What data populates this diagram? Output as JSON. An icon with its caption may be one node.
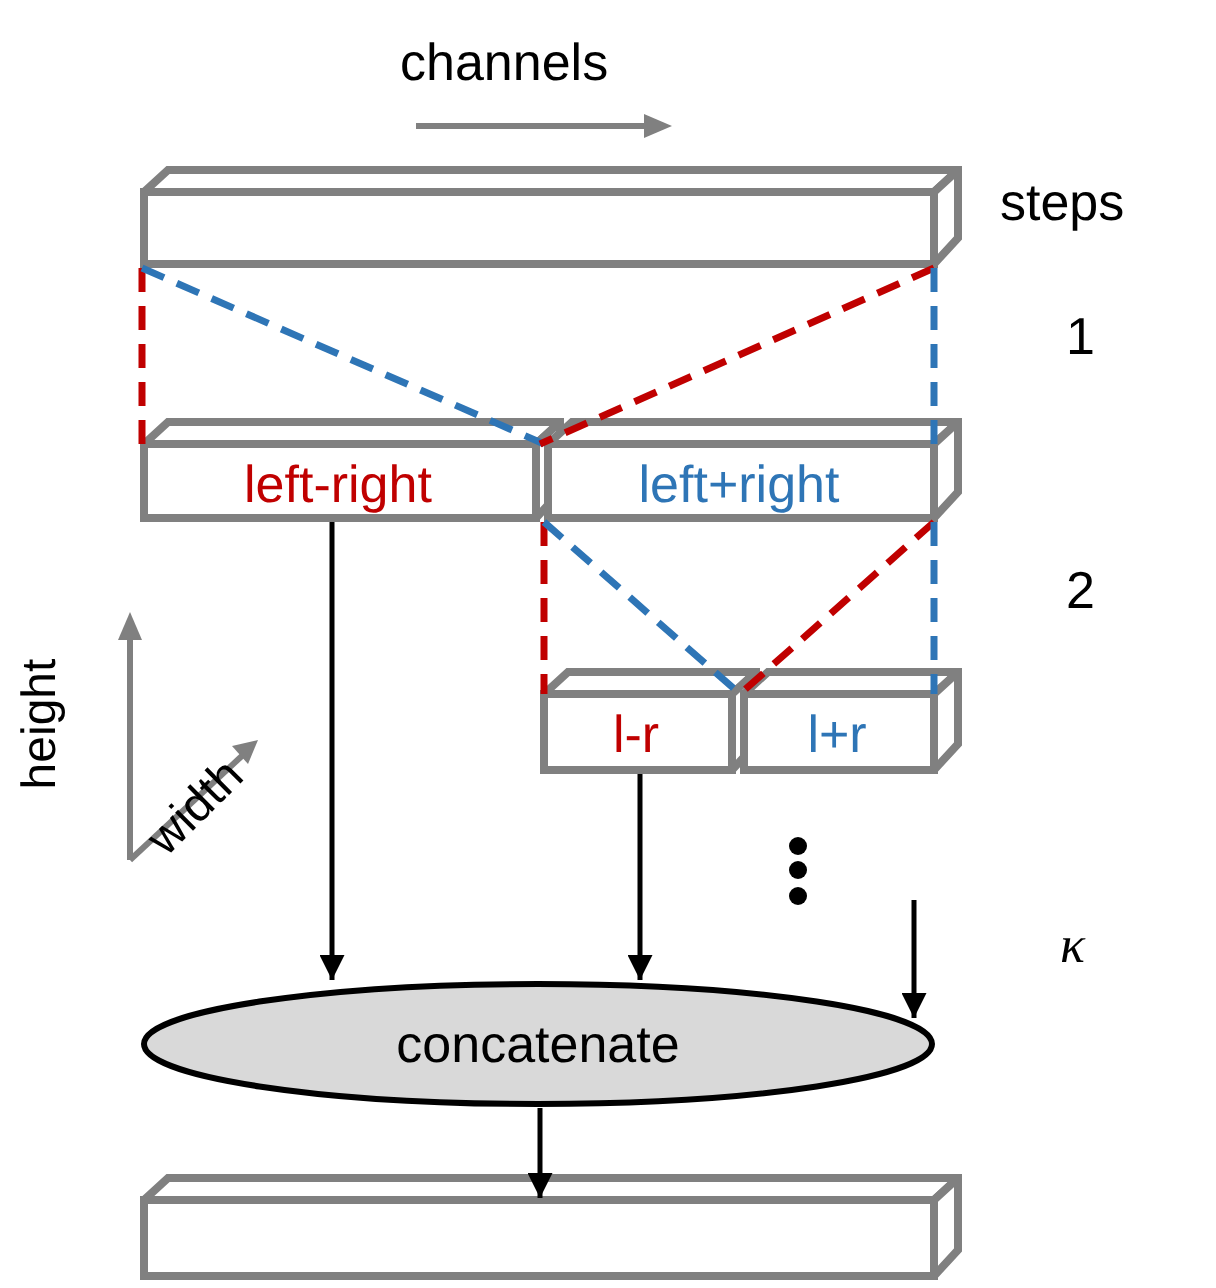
{
  "diagram": {
    "nodes": [
      {
        "text": [],
        "shape": "box"
      },
      {
        "text": [
          "left-right"
        ]
      },
      {
        "text": [
          "left+right"
        ]
      },
      {
        "text": [
          "l-r"
        ]
      },
      {
        "text": [
          "l+r"
        ]
      },
      {
        "text": [
          "concatenate"
        ]
      },
      {
        "text": [],
        "shape": "box"
      }
    ],
    "edges": [
      {
        "from": 0,
        "to": 1,
        "arrow": "none",
        "style": "dashed",
        "color": "#c00000"
      },
      {
        "from": 0,
        "to": 2,
        "arrow": "none",
        "style": "dashed",
        "color": "#2e75b6"
      },
      {
        "from": 0,
        "to": 1,
        "arrow": "none",
        "style": "dashed",
        "color": "#c00000"
      },
      {
        "from": 0,
        "to": 2,
        "arrow": "none",
        "style": "dashed",
        "color": "#2e75b6"
      },
      {
        "from": 2,
        "to": 3,
        "arrow": "none",
        "style": "dashed",
        "color": "#c00000"
      },
      {
        "from": 2,
        "to": 4,
        "arrow": "none",
        "style": "dashed",
        "color": "#2e75b6"
      },
      {
        "from": 2,
        "to": 3,
        "arrow": "none",
        "style": "dashed",
        "color": "#c00000"
      },
      {
        "from": 2,
        "to": 4,
        "arrow": "none",
        "style": "dashed",
        "color": "#2e75b6"
      },
      {
        "from": 1,
        "to": 5,
        "arrow": "to",
        "color": "#000000"
      },
      {
        "from": 3,
        "to": 5,
        "arrow": "to",
        "color": "#000000"
      },
      {
        "from": null,
        "to": 5,
        "arrow": "to",
        "color": "#000000"
      },
      {
        "from": 5,
        "to": 6,
        "arrow": "to",
        "color": "#000000"
      }
    ],
    "labels": [
      "channels",
      "steps",
      "1",
      "2",
      "height",
      "width",
      "κ"
    ]
  }
}
